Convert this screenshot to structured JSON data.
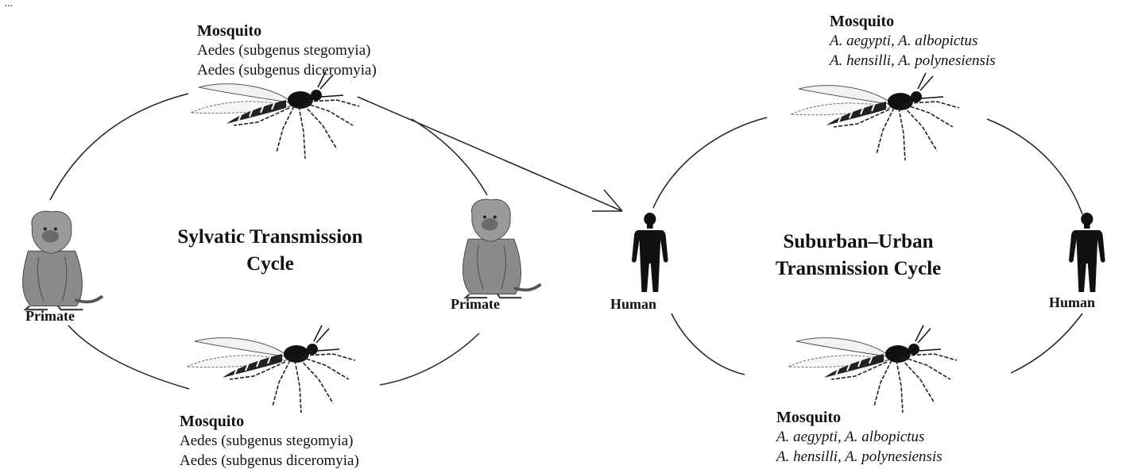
{
  "top_strip": "...",
  "sylvatic": {
    "cycle_title_line1": "Sylvatic Transmission",
    "cycle_title_line2": "Cycle",
    "top_mosquito": {
      "heading": "Mosquito",
      "species": [
        "Aedes (subgenus stegomyia)",
        "Aedes (subgenus diceromyia)"
      ]
    },
    "bottom_mosquito": {
      "heading": "Mosquito",
      "species": [
        "Aedes (subgenus stegomyia)",
        "Aedes (subgenus diceromyia)"
      ]
    },
    "left_host": "Primate",
    "right_host": "Primate"
  },
  "urban": {
    "cycle_title_line1": "Suburban–Urban",
    "cycle_title_line2": "Transmission Cycle",
    "top_mosquito": {
      "heading": "Mosquito",
      "species": [
        "A. aegypti, A. albopictus",
        "A. hensilli, A. polynesiensis"
      ]
    },
    "bottom_mosquito": {
      "heading": "Mosquito",
      "species": [
        "A. aegypti, A. albopictus",
        "A. hensilli, A. polynesiensis"
      ]
    },
    "left_host": "Human",
    "right_host": "Human"
  },
  "icons": {
    "mosquito": "mosquito-icon",
    "primate": "monkey-icon",
    "human": "human-silhouette-icon"
  },
  "colors": {
    "ink": "#111111",
    "fur": "#8a8a8a",
    "background": "#ffffff"
  }
}
